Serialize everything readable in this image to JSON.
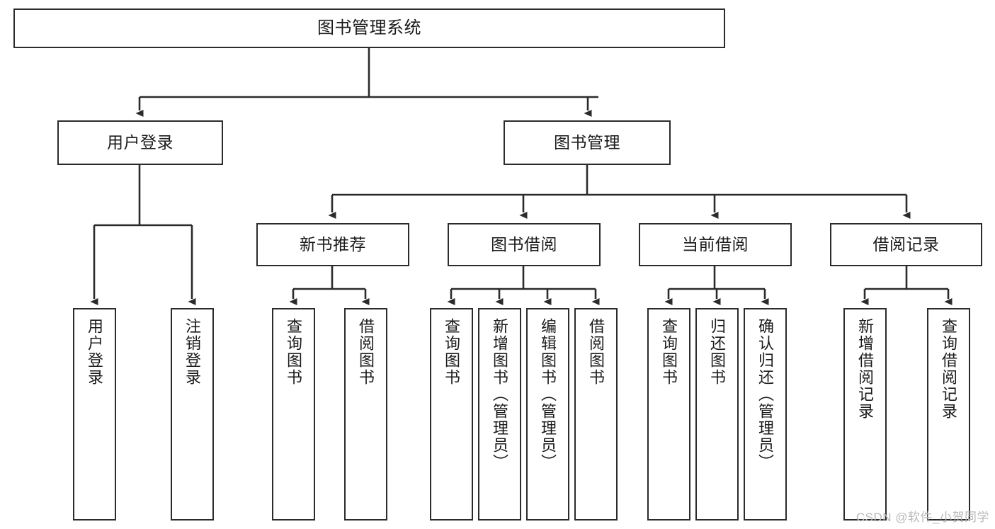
{
  "diagram": {
    "title": "图书管理系统",
    "type": "tree-hierarchy",
    "watermark": "CSDN @软件_小贺同学",
    "colors": {
      "background": "#ffffff",
      "box_border": "#2b2b2b",
      "box_fill": "#ffffff",
      "connector": "#2b2b2b",
      "text": "#1b1b1b",
      "watermark": "#b9b9b9"
    },
    "levels": {
      "root": "图书管理系统",
      "level2": [
        "用户登录",
        "图书管理"
      ],
      "level3": [
        "新书推荐",
        "图书借阅",
        "当前借阅",
        "借阅记录"
      ]
    },
    "nodes": {
      "root": {
        "label": "图书管理系统",
        "orientation": "horizontal"
      },
      "user_login": {
        "label": "用户登录",
        "orientation": "horizontal"
      },
      "book_manage": {
        "label": "图书管理",
        "orientation": "horizontal"
      },
      "new_book_rec": {
        "label": "新书推荐",
        "orientation": "horizontal"
      },
      "book_borrow": {
        "label": "图书借阅",
        "orientation": "horizontal"
      },
      "current_borrow": {
        "label": "当前借阅",
        "orientation": "horizontal"
      },
      "borrow_record": {
        "label": "借阅记录",
        "orientation": "horizontal"
      },
      "leaf_user_login": {
        "label": "用户登录",
        "orientation": "vertical"
      },
      "leaf_logout": {
        "label": "注销登录",
        "orientation": "vertical"
      },
      "leaf_query_book_1": {
        "label": "查询图书",
        "orientation": "vertical"
      },
      "leaf_borrow_book_1": {
        "label": "借阅图书",
        "orientation": "vertical"
      },
      "leaf_query_book_2": {
        "label": "查询图书",
        "orientation": "vertical"
      },
      "leaf_add_book": {
        "label": "新增图书（管理员）",
        "orientation": "vertical"
      },
      "leaf_edit_book": {
        "label": "编辑图书（管理员）",
        "orientation": "vertical"
      },
      "leaf_borrow_book_2": {
        "label": "借阅图书",
        "orientation": "vertical"
      },
      "leaf_query_book_3": {
        "label": "查询图书",
        "orientation": "vertical"
      },
      "leaf_return_book": {
        "label": "归还图书",
        "orientation": "vertical"
      },
      "leaf_confirm_return": {
        "label": "确认归还（管理员）",
        "orientation": "vertical"
      },
      "leaf_add_record": {
        "label": "新增借阅记录",
        "orientation": "vertical"
      },
      "leaf_query_record": {
        "label": "查询借阅记录",
        "orientation": "vertical"
      }
    },
    "edges": [
      {
        "from": "图书管理系统",
        "to": "用户登录"
      },
      {
        "from": "图书管理系统",
        "to": "图书管理"
      },
      {
        "from": "用户登录",
        "to": "用户登录"
      },
      {
        "from": "用户登录",
        "to": "注销登录"
      },
      {
        "from": "图书管理",
        "to": "新书推荐"
      },
      {
        "from": "图书管理",
        "to": "图书借阅"
      },
      {
        "from": "图书管理",
        "to": "当前借阅"
      },
      {
        "from": "图书管理",
        "to": "借阅记录"
      },
      {
        "from": "新书推荐",
        "to": "查询图书"
      },
      {
        "from": "新书推荐",
        "to": "借阅图书"
      },
      {
        "from": "图书借阅",
        "to": "查询图书"
      },
      {
        "from": "图书借阅",
        "to": "新增图书（管理员）"
      },
      {
        "from": "图书借阅",
        "to": "编辑图书（管理员）"
      },
      {
        "from": "图书借阅",
        "to": "借阅图书"
      },
      {
        "from": "当前借阅",
        "to": "查询图书"
      },
      {
        "from": "当前借阅",
        "to": "归还图书"
      },
      {
        "from": "当前借阅",
        "to": "确认归还（管理员）"
      },
      {
        "from": "借阅记录",
        "to": "新增借阅记录"
      },
      {
        "from": "借阅记录",
        "to": "查询借阅记录"
      }
    ]
  }
}
